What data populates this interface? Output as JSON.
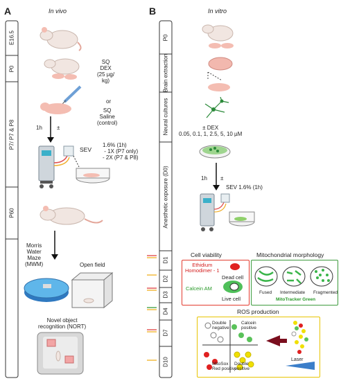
{
  "panel_a": {
    "letter": "A",
    "title": "In vivo",
    "timeline": [
      "E16.5",
      "P0",
      "P7/ P7 & P8",
      "P60"
    ],
    "sq_dex": "SQ\nDEX\n(25 µg/\nkg)",
    "or": "or",
    "sq_saline": "SQ\nSaline\n(control)",
    "delay": "1h",
    "pm": "±",
    "sev": "SEV",
    "sev_dose": "1.6% (1h)\n - 1X (P7 only)\n- 2X (P7 & P8)",
    "mwm": "Morris\nWater\nMaze\n(MWM)",
    "open_field": "Open field",
    "nort": "Novel object\nrecognition (NORT)"
  },
  "panel_b": {
    "letter": "B",
    "title": "In vitro",
    "timeline": [
      "P0",
      "Brain extraction",
      "Neural cultures",
      "Anesthetic exposure (D0)",
      "D1",
      "D2",
      "D3",
      "D4",
      "D7",
      "D10"
    ],
    "dex": "± DEX\n0.05, 0.1, 1, 2.5, 5, 10 µM",
    "delay": "1h",
    "pm": "±",
    "sev": "SEV 1.6% (1h)",
    "cell_viability": {
      "title": "Cell viability",
      "ethidium": "Ethidium\nHomodimer - 1",
      "dead": "Dead cell",
      "calcein": "Calcein AM",
      "live": "Live cell"
    },
    "mito": {
      "title": "Mitochondrial morphology",
      "fused": "Fused",
      "intermediate": "Intermediate",
      "fragmented": "Fragmented",
      "stain": "MitoTracker Green"
    },
    "ros": {
      "title": "ROS production",
      "double_negative": "Double\nnegative",
      "calcein_positive": "Calcein\npositive",
      "mitosox": "MitoSox\nRed positive",
      "double_positive": "Double\npositive",
      "laser": "Laser"
    }
  },
  "colors": {
    "viability_border": "#e23b2e",
    "mito_border": "#3c9a3c",
    "ros_border": "#e8c400",
    "green_text": "#2a9a2a",
    "red_text": "#d42020",
    "mouse": "#f1e6e1",
    "pup": "#f4bdb2",
    "arrow_dark": "#7a0e1e"
  }
}
